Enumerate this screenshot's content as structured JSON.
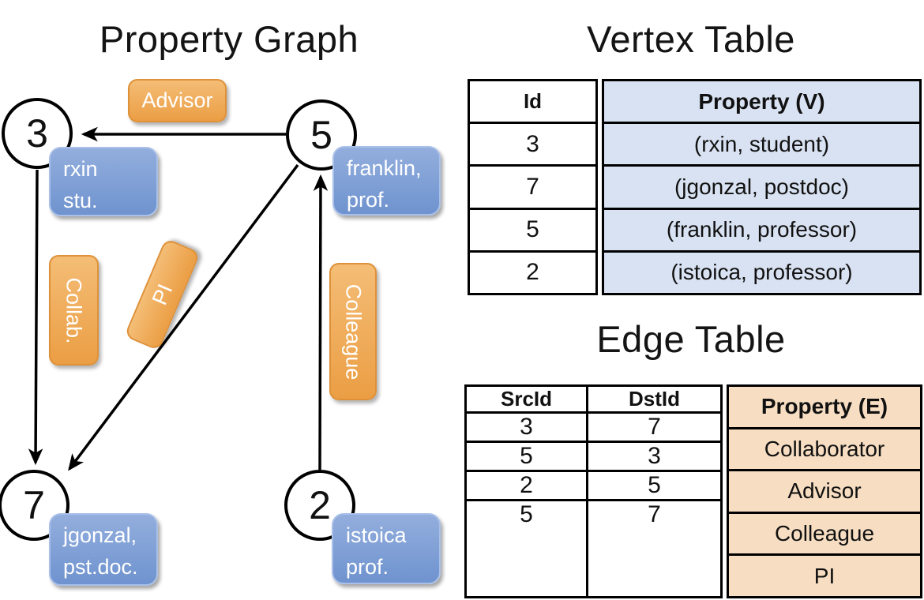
{
  "graph": {
    "title": "Property Graph",
    "nodes": [
      {
        "id": "3",
        "line1": "rxin",
        "line2": "stu."
      },
      {
        "id": "5",
        "line1": "franklin,",
        "line2": "prof."
      },
      {
        "id": "7",
        "line1": "jgonzal,",
        "line2": "pst.doc."
      },
      {
        "id": "2",
        "line1": "istoica",
        "line2": "prof."
      }
    ],
    "edge_labels": {
      "advisor": "Advisor",
      "collab": "Collab.",
      "pi": "PI",
      "colleague": "Colleague"
    },
    "edges": [
      {
        "from": "5",
        "to": "3",
        "label": "Advisor"
      },
      {
        "from": "3",
        "to": "7",
        "label": "Collab."
      },
      {
        "from": "5",
        "to": "7",
        "label": "PI"
      },
      {
        "from": "2",
        "to": "5",
        "label": "Colleague"
      }
    ]
  },
  "vertex_table": {
    "title": "Vertex Table",
    "columns": [
      "Id",
      "Property (V)"
    ],
    "rows": [
      [
        "3",
        "(rxin, student)"
      ],
      [
        "7",
        "(jgonzal, postdoc)"
      ],
      [
        "5",
        "(franklin, professor)"
      ],
      [
        "2",
        "(istoica, professor)"
      ]
    ]
  },
  "edge_table": {
    "title": "Edge Table",
    "columns": [
      "SrcId",
      "DstId",
      "Property (E)"
    ],
    "rows": [
      [
        "3",
        "7",
        "Collaborator"
      ],
      [
        "5",
        "3",
        "Advisor"
      ],
      [
        "2",
        "5",
        "Colleague"
      ],
      [
        "5",
        "7",
        "PI"
      ]
    ]
  },
  "colors": {
    "edge_label_orange": "#EFA44F",
    "vertex_card_blue": "#7E9FD6",
    "vertex_table_fill": "#D9E2F2",
    "edge_table_fill": "#F7DEC2",
    "line_black": "#000000"
  }
}
